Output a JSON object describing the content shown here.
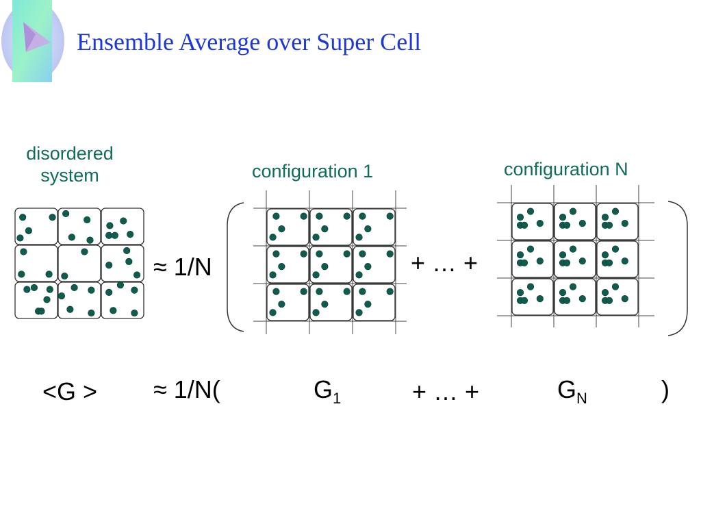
{
  "slide": {
    "title": "Ensemble Average over Super Cell"
  },
  "labels": {
    "disordered": "disordered\nsystem",
    "config1": "configuration 1",
    "configN": "configuration N"
  },
  "equation_top": {
    "approx": "≈ 1/N",
    "plus_dots": "+ … +"
  },
  "equation_bottom": {
    "average": "<G >",
    "approx_open": "≈ 1/N(",
    "g1_base": "G",
    "g1_sub": "1",
    "plus_dots": "+ … +",
    "gn_base": "G",
    "gn_sub": "N",
    "close": ")"
  },
  "colors": {
    "title": "#1c39d8",
    "label": "#0f6b5c",
    "dot": "#0f5c4e",
    "cell_border": "#333333"
  }
}
